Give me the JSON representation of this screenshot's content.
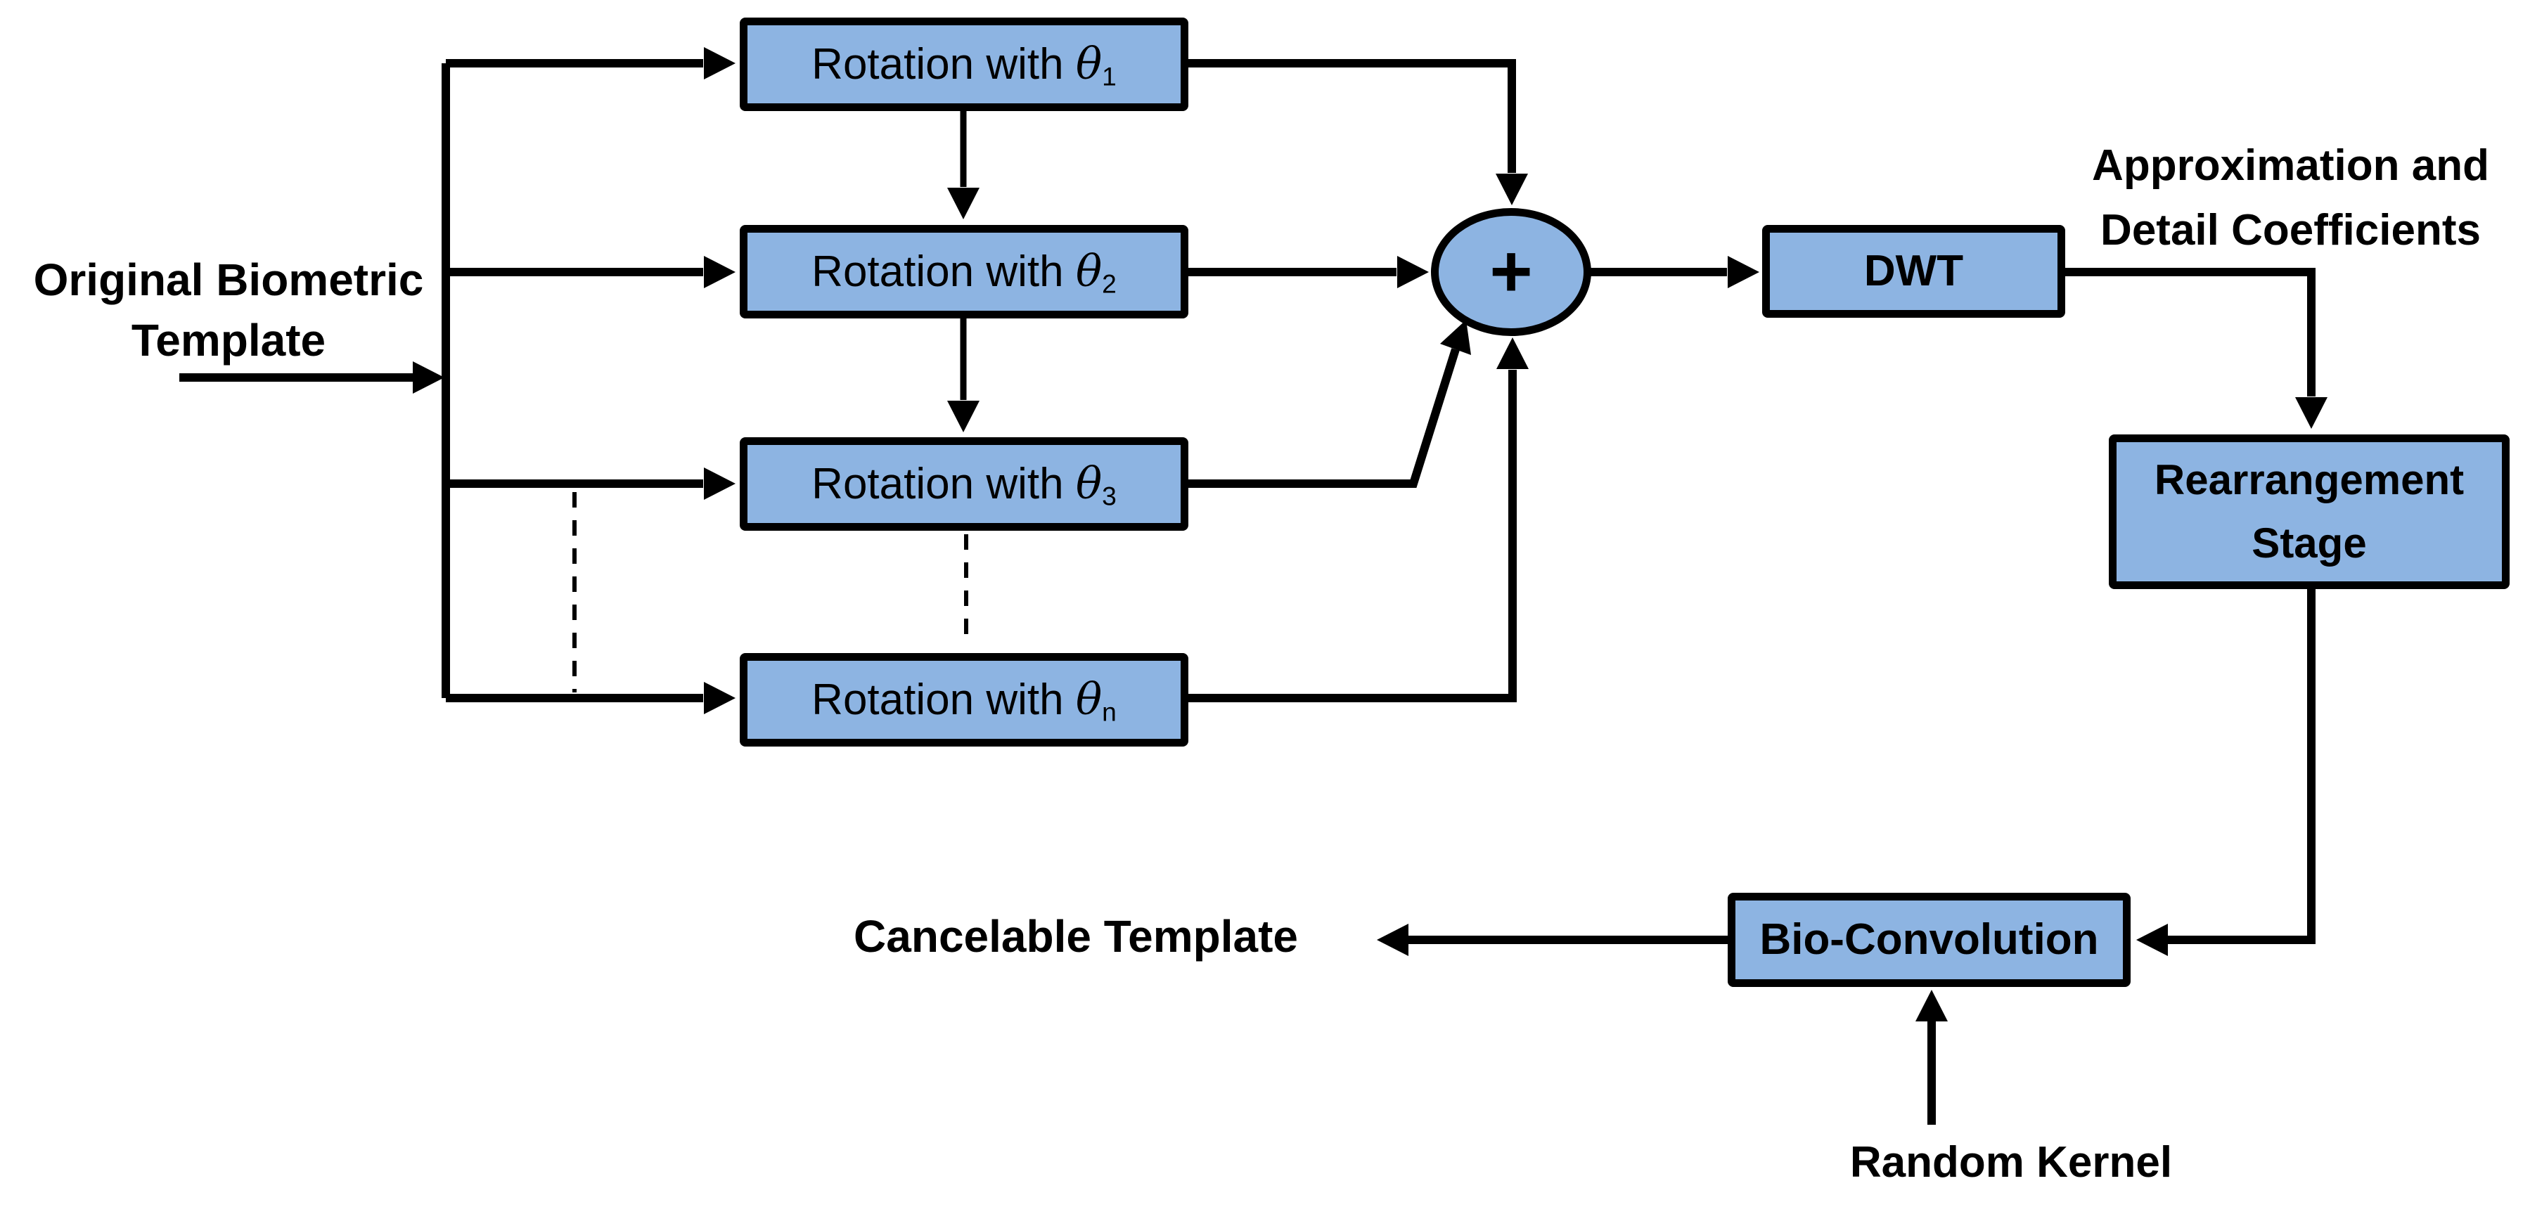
{
  "colors": {
    "box_fill": "#8DB4E2",
    "stroke": "#000000",
    "text": "#000000",
    "background": "#FFFFFF"
  },
  "labels": {
    "original": {
      "line1": "Original Biometric",
      "line2": "Template"
    },
    "approx": {
      "line1": "Approximation and",
      "line2": "Detail Coefficients"
    },
    "cancelable": "Cancelable Template",
    "random_kernel": "Random Kernel"
  },
  "nodes": {
    "rotations": [
      {
        "prefix": "Rotation with ",
        "symbol": "θ",
        "subscript": "1"
      },
      {
        "prefix": "Rotation with ",
        "symbol": "θ",
        "subscript": "2"
      },
      {
        "prefix": "Rotation with ",
        "symbol": "θ",
        "subscript": "3"
      },
      {
        "prefix": "Rotation with ",
        "symbol": "θ",
        "subscript": "n"
      }
    ],
    "sum": {
      "symbol": "+"
    },
    "dwt": {
      "label": "DWT"
    },
    "rearrangement": {
      "line1": "Rearrangement",
      "line2": "Stage"
    },
    "bio": {
      "label": "Bio-Convolution"
    }
  }
}
